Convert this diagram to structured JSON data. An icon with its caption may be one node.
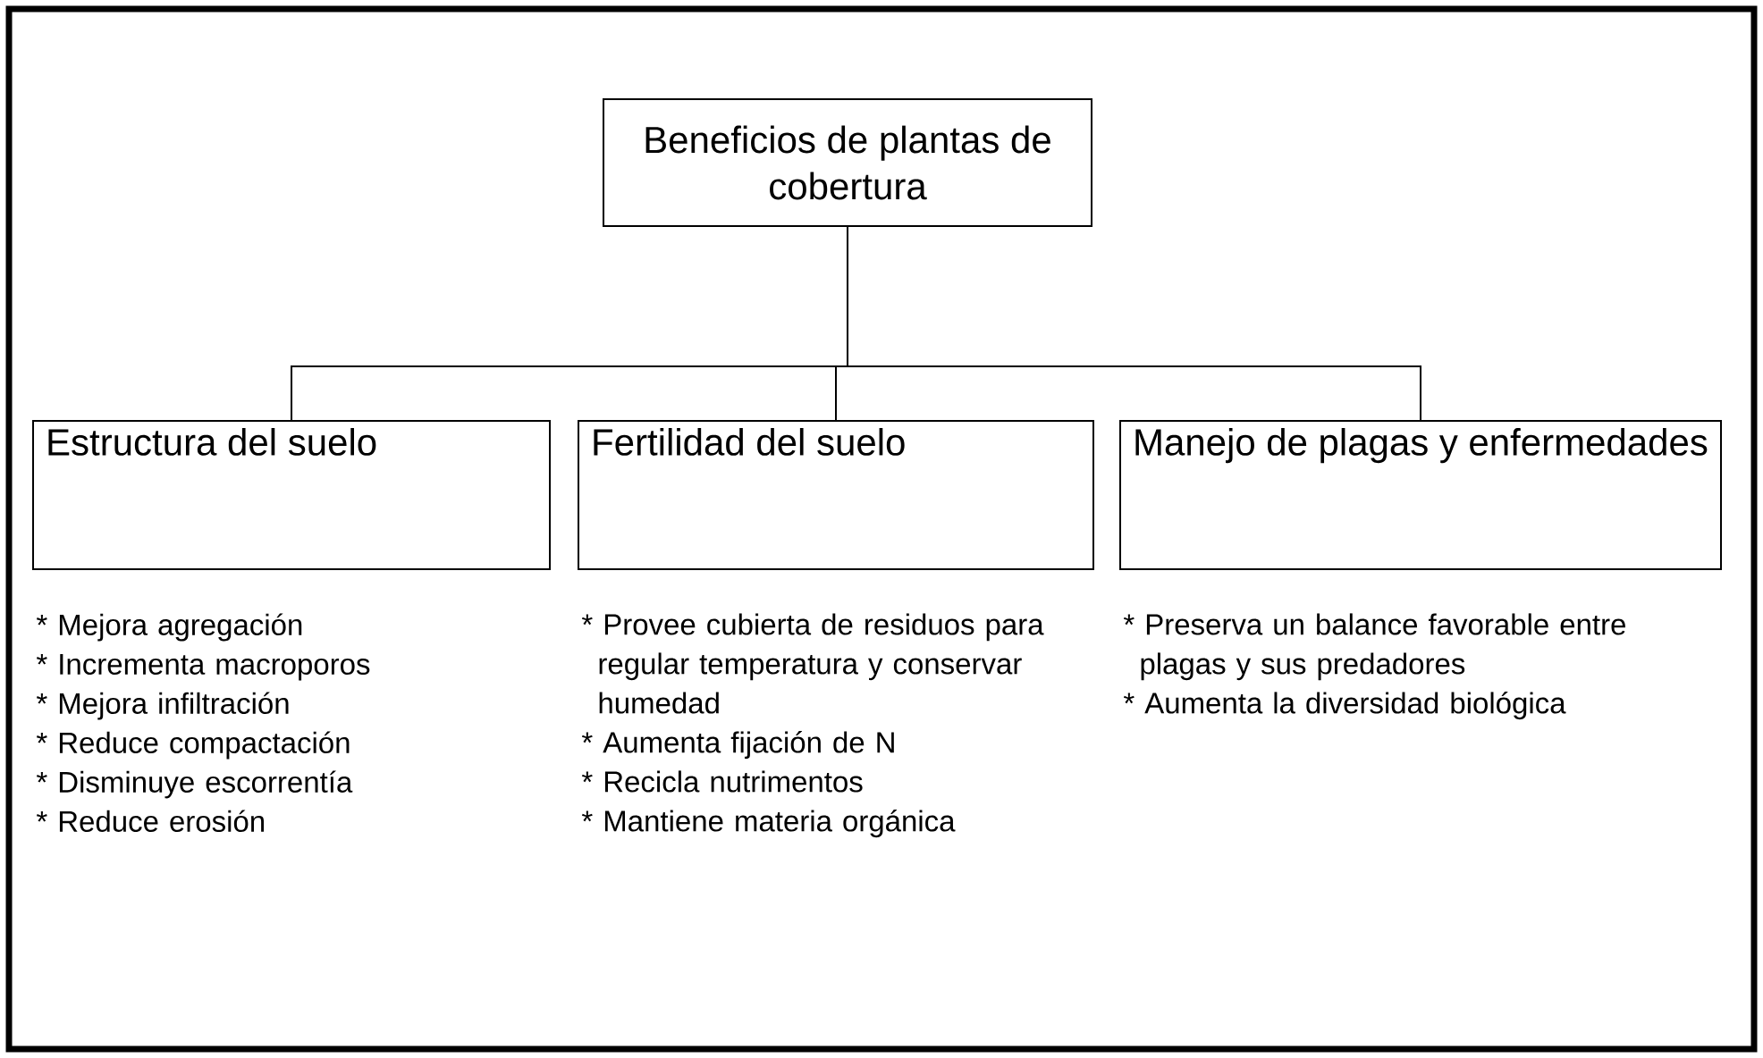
{
  "diagram": {
    "nodes": [
      {
        "text": [
          "Beneficios de plantas de cobertura"
        ]
      },
      {
        "text": [
          "Estructura del suelo"
        ],
        "beside": [
          "* Mejora agregación",
          "* Incrementa macroporos",
          "* Mejora infiltración",
          "* Reduce compactación",
          "* Disminuye escorrentía",
          "* Reduce erosión"
        ]
      },
      {
        "text": [
          "Fertilidad del suelo"
        ],
        "beside": [
          "* Provee cubierta de residuos para regular temperatura y conservar humedad",
          "* Aumenta fijación de N",
          "* Recicla nutrimentos",
          "* Mantiene materia orgánica"
        ]
      },
      {
        "text": [
          "Manejo de plagas y enfermedades"
        ],
        "beside": [
          "* Preserva un balance favorable entre plagas y sus predadores",
          "* Aumenta la diversidad biológica"
        ]
      }
    ],
    "edges": [
      {
        "from": 0,
        "to": 1,
        "arrow": "none"
      },
      {
        "from": 0,
        "to": 2,
        "arrow": "none"
      },
      {
        "from": 0,
        "to": 3,
        "arrow": "none"
      }
    ]
  }
}
